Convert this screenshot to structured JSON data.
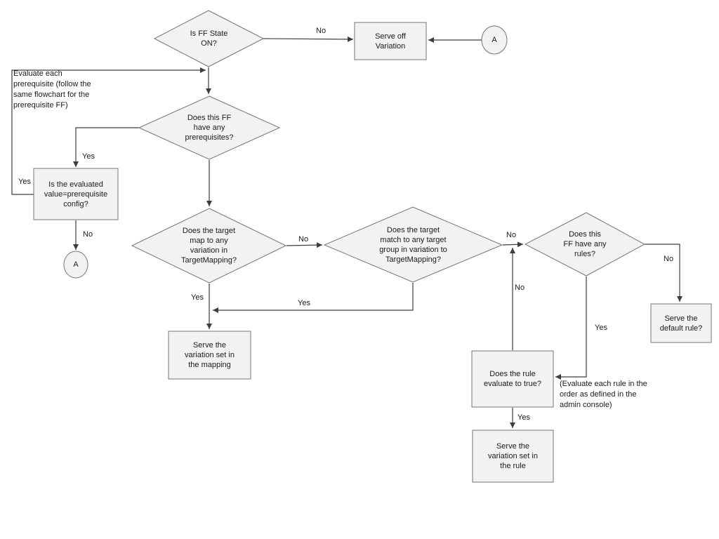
{
  "nodes": {
    "is_ff_state_on": {
      "label": "Is FF State\nON?"
    },
    "serve_off_variation": {
      "label": "Serve off\nVariation"
    },
    "connector_a_top": {
      "label": "A"
    },
    "has_prerequisites": {
      "label": "Does this FF\nhave any\nprerequisites?"
    },
    "evaluated_value": {
      "label": "Is the evaluated\nvalue=prerequisite\nconfig?"
    },
    "connector_a_bottom": {
      "label": "A"
    },
    "target_mapping": {
      "label": "Does the target\nmap to any\nvariation in\nTargetMapping?"
    },
    "target_group": {
      "label": "Does the target\nmatch to any target\ngroup in variation to\nTargetMapping?"
    },
    "has_rules": {
      "label": "Does this\nFF have any\nrules?"
    },
    "serve_default_rule": {
      "label": "Serve the\ndefault rule?"
    },
    "rule_evaluates_true": {
      "label": "Does the rule\nevaluate to true?"
    },
    "serve_variation_rule": {
      "label": "Serve the\nvariation set in\nthe rule"
    },
    "serve_variation_mapping": {
      "label": "Serve the\nvariation set in\nthe mapping"
    }
  },
  "notes": {
    "prerequisite_note": "Evaluate each\nprerequisite (follow the\nsame flowchart for the\nprerequisite FF)",
    "rule_order_note": "(Evaluate each rule in the\norder as defined in the\nadmin console)"
  },
  "edge_labels": {
    "state_off_no": "No",
    "prerequisites_yes": "Yes",
    "evaluated_yes": "Yes",
    "evaluated_no": "No",
    "mapping_no": "No",
    "group_no": "No",
    "rule_false_no": "No",
    "rules_no": "No",
    "rules_yes": "Yes",
    "rule_true_yes": "Yes",
    "mapping_yes": "Yes",
    "group_yes": "Yes"
  },
  "colors": {
    "background": "#ffffff",
    "shape_fill": "#f2f2f2",
    "shape_stroke": "#757575",
    "connector": "#3d3d3d",
    "text": "#1a1a1a"
  }
}
